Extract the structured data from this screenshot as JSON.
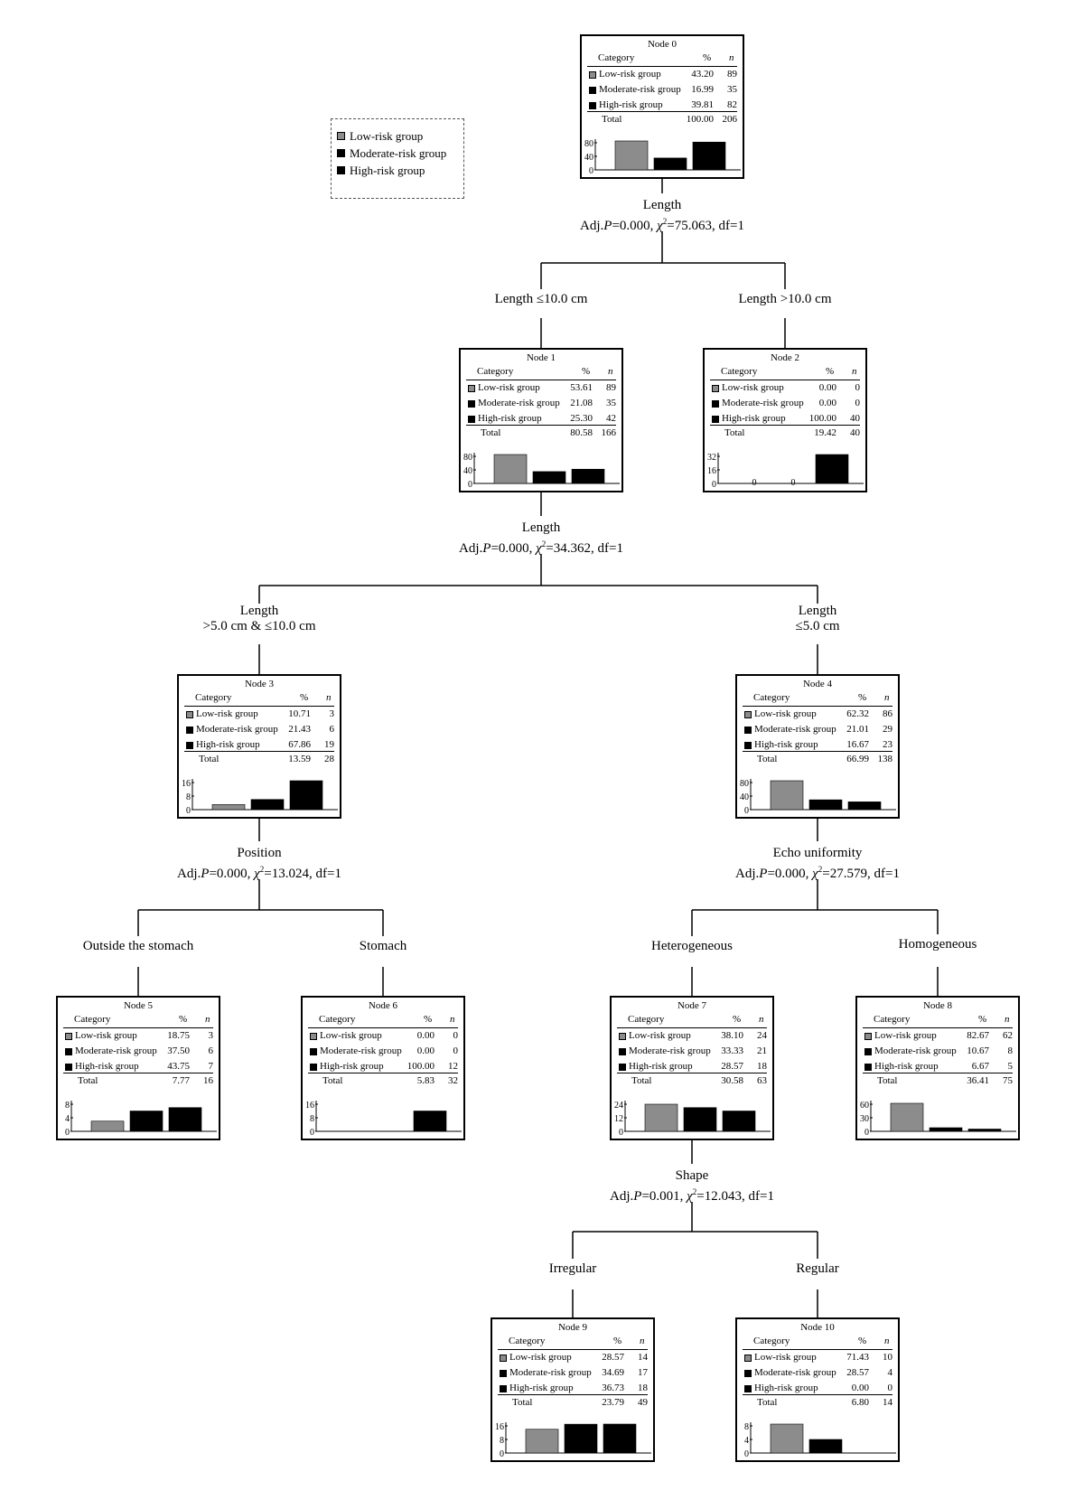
{
  "colors": {
    "low": "#8c8c8c",
    "moderate": "#000000",
    "high": "#000000"
  },
  "header": {
    "category": "Category",
    "percent": "%",
    "n": "n"
  },
  "legend": [
    {
      "label": "Low-risk group",
      "key": "low"
    },
    {
      "label": "Moderate-risk group",
      "key": "moderate"
    },
    {
      "label": "High-risk group",
      "key": "high"
    }
  ],
  "nodes": [
    {
      "id": 0,
      "title": "Node 0",
      "rows": [
        {
          "label": "Low-risk group",
          "pct": "43.20",
          "n": "89"
        },
        {
          "label": "Moderate-risk group",
          "pct": "16.99",
          "n": "35"
        },
        {
          "label": "High-risk group",
          "pct": "39.81",
          "n": "82"
        }
      ],
      "total": {
        "label": "Total",
        "pct": "100.00",
        "n": "206"
      },
      "chart": {
        "ticks": [
          "80",
          "40",
          "0"
        ],
        "max": 80,
        "values": [
          89,
          35,
          82
        ],
        "zero_labels": []
      }
    },
    {
      "id": 1,
      "title": "Node 1",
      "rows": [
        {
          "label": "Low-risk group",
          "pct": "53.61",
          "n": "89"
        },
        {
          "label": "Moderate-risk group",
          "pct": "21.08",
          "n": "35"
        },
        {
          "label": "High-risk group",
          "pct": "25.30",
          "n": "42"
        }
      ],
      "total": {
        "label": "Total",
        "pct": "80.58",
        "n": "166"
      },
      "chart": {
        "ticks": [
          "80",
          "40",
          "0"
        ],
        "max": 80,
        "values": [
          89,
          35,
          42
        ],
        "zero_labels": []
      }
    },
    {
      "id": 2,
      "title": "Node 2",
      "rows": [
        {
          "label": "Low-risk group",
          "pct": "0.00",
          "n": "0"
        },
        {
          "label": "Moderate-risk group",
          "pct": "0.00",
          "n": "0"
        },
        {
          "label": "High-risk group",
          "pct": "100.00",
          "n": "40"
        }
      ],
      "total": {
        "label": "Total",
        "pct": "19.42",
        "n": "40"
      },
      "chart": {
        "ticks": [
          "32",
          "16",
          "0"
        ],
        "max": 32,
        "values": [
          0,
          0,
          40
        ],
        "zero_labels": [
          "0",
          "0"
        ]
      }
    },
    {
      "id": 3,
      "title": "Node 3",
      "rows": [
        {
          "label": "Low-risk group",
          "pct": "10.71",
          "n": "3"
        },
        {
          "label": "Moderate-risk group",
          "pct": "21.43",
          "n": "6"
        },
        {
          "label": "High-risk group",
          "pct": "67.86",
          "n": "19"
        }
      ],
      "total": {
        "label": "Total",
        "pct": "13.59",
        "n": "28"
      },
      "chart": {
        "ticks": [
          "16",
          "8",
          "0"
        ],
        "max": 16,
        "values": [
          3,
          6,
          19
        ],
        "zero_labels": []
      }
    },
    {
      "id": 4,
      "title": "Node 4",
      "rows": [
        {
          "label": "Low-risk group",
          "pct": "62.32",
          "n": "86"
        },
        {
          "label": "Moderate-risk group",
          "pct": "21.01",
          "n": "29"
        },
        {
          "label": "High-risk group",
          "pct": "16.67",
          "n": "23"
        }
      ],
      "total": {
        "label": "Total",
        "pct": "66.99",
        "n": "138"
      },
      "chart": {
        "ticks": [
          "80",
          "40",
          "0"
        ],
        "max": 80,
        "values": [
          86,
          29,
          23
        ],
        "zero_labels": []
      }
    },
    {
      "id": 5,
      "title": "Node 5",
      "rows": [
        {
          "label": "Low-risk group",
          "pct": "18.75",
          "n": "3"
        },
        {
          "label": "Moderate-risk group",
          "pct": "37.50",
          "n": "6"
        },
        {
          "label": "High-risk group",
          "pct": "43.75",
          "n": "7"
        }
      ],
      "total": {
        "label": "Total",
        "pct": "7.77",
        "n": "16"
      },
      "chart": {
        "ticks": [
          "8",
          "4",
          "0"
        ],
        "max": 8,
        "values": [
          3,
          6,
          7
        ],
        "zero_labels": []
      }
    },
    {
      "id": 6,
      "title": "Node 6",
      "rows": [
        {
          "label": "Low-risk group",
          "pct": "0.00",
          "n": "0"
        },
        {
          "label": "Moderate-risk group",
          "pct": "0.00",
          "n": "0"
        },
        {
          "label": "High-risk group",
          "pct": "100.00",
          "n": "12"
        }
      ],
      "total": {
        "label": "Total",
        "pct": "5.83",
        "n": "32"
      },
      "chart": {
        "ticks": [
          "16",
          "8",
          "0"
        ],
        "max": 16,
        "values": [
          0,
          0,
          12
        ],
        "zero_labels": []
      }
    },
    {
      "id": 7,
      "title": "Node 7",
      "rows": [
        {
          "label": "Low-risk group",
          "pct": "38.10",
          "n": "24"
        },
        {
          "label": "Moderate-risk group",
          "pct": "33.33",
          "n": "21"
        },
        {
          "label": "High-risk group",
          "pct": "28.57",
          "n": "18"
        }
      ],
      "total": {
        "label": "Total",
        "pct": "30.58",
        "n": "63"
      },
      "chart": {
        "ticks": [
          "24",
          "12",
          "0"
        ],
        "max": 24,
        "values": [
          24,
          21,
          18
        ],
        "zero_labels": []
      }
    },
    {
      "id": 8,
      "title": "Node 8",
      "rows": [
        {
          "label": "Low-risk group",
          "pct": "82.67",
          "n": "62"
        },
        {
          "label": "Moderate-risk group",
          "pct": "10.67",
          "n": "8"
        },
        {
          "label": "High-risk group",
          "pct": "6.67",
          "n": "5"
        }
      ],
      "total": {
        "label": "Total",
        "pct": "36.41",
        "n": "75"
      },
      "chart": {
        "ticks": [
          "60",
          "30",
          "0"
        ],
        "max": 60,
        "values": [
          62,
          8,
          5
        ],
        "zero_labels": []
      }
    },
    {
      "id": 9,
      "title": "Node 9",
      "rows": [
        {
          "label": "Low-risk group",
          "pct": "28.57",
          "n": "14"
        },
        {
          "label": "Moderate-risk group",
          "pct": "34.69",
          "n": "17"
        },
        {
          "label": "High-risk group",
          "pct": "36.73",
          "n": "18"
        }
      ],
      "total": {
        "label": "Total",
        "pct": "23.79",
        "n": "49"
      },
      "chart": {
        "ticks": [
          "16",
          "8",
          "0"
        ],
        "max": 16,
        "values": [
          14,
          17,
          18
        ],
        "zero_labels": []
      }
    },
    {
      "id": 10,
      "title": "Node 10",
      "rows": [
        {
          "label": "Low-risk group",
          "pct": "71.43",
          "n": "10"
        },
        {
          "label": "Moderate-risk group",
          "pct": "28.57",
          "n": "4"
        },
        {
          "label": "High-risk group",
          "pct": "0.00",
          "n": "0"
        }
      ],
      "total": {
        "label": "Total",
        "pct": "6.80",
        "n": "14"
      },
      "chart": {
        "ticks": [
          "8",
          "4",
          "0"
        ],
        "max": 8,
        "values": [
          10,
          4,
          0
        ],
        "zero_labels": []
      }
    }
  ],
  "splits": [
    {
      "parent": 0,
      "variable": "Length",
      "adj": "Adj.",
      "p_symbol": "P",
      "p_value": "=0.000, ",
      "chi_symbol": "χ",
      "chi_sup": "2",
      "chi_rest": "=75.063, df=1"
    },
    {
      "parent": 1,
      "variable": "Length",
      "adj": "Adj.",
      "p_symbol": "P",
      "p_value": "=0.000, ",
      "chi_symbol": "χ",
      "chi_sup": "2",
      "chi_rest": "=34.362, df=1"
    },
    {
      "parent": 3,
      "variable": "Position",
      "adj": "Adj.",
      "p_symbol": "P",
      "p_value": "=0.000, ",
      "chi_symbol": "χ",
      "chi_sup": "2",
      "chi_rest": "=13.024, df=1"
    },
    {
      "parent": 4,
      "variable": "Echo uniformity",
      "adj": "Adj.",
      "p_symbol": "P",
      "p_value": "=0.000, ",
      "chi_symbol": "χ",
      "chi_sup": "2",
      "chi_rest": "=27.579, df=1"
    },
    {
      "parent": 7,
      "variable": "Shape",
      "adj": "Adj.",
      "p_symbol": "P",
      "p_value": "=0.001, ",
      "chi_symbol": "χ",
      "chi_sup": "2",
      "chi_rest": "=12.043, df=1"
    }
  ],
  "branches": [
    {
      "child": 1,
      "lines": [
        "Length ≤10.0 cm"
      ]
    },
    {
      "child": 2,
      "lines": [
        "Length >10.0 cm"
      ]
    },
    {
      "child": 3,
      "lines": [
        "Length",
        ">5.0 cm & ≤10.0 cm"
      ]
    },
    {
      "child": 4,
      "lines": [
        "Length",
        "≤5.0 cm"
      ]
    },
    {
      "child": 5,
      "lines": [
        "Outside the stomach"
      ]
    },
    {
      "child": 6,
      "lines": [
        "Stomach"
      ]
    },
    {
      "child": 7,
      "lines": [
        "Heterogeneous"
      ]
    },
    {
      "child": 8,
      "lines": [
        "Homogeneous"
      ]
    },
    {
      "child": 9,
      "lines": [
        "Irregular"
      ]
    },
    {
      "child": 10,
      "lines": [
        "Regular"
      ]
    }
  ]
}
